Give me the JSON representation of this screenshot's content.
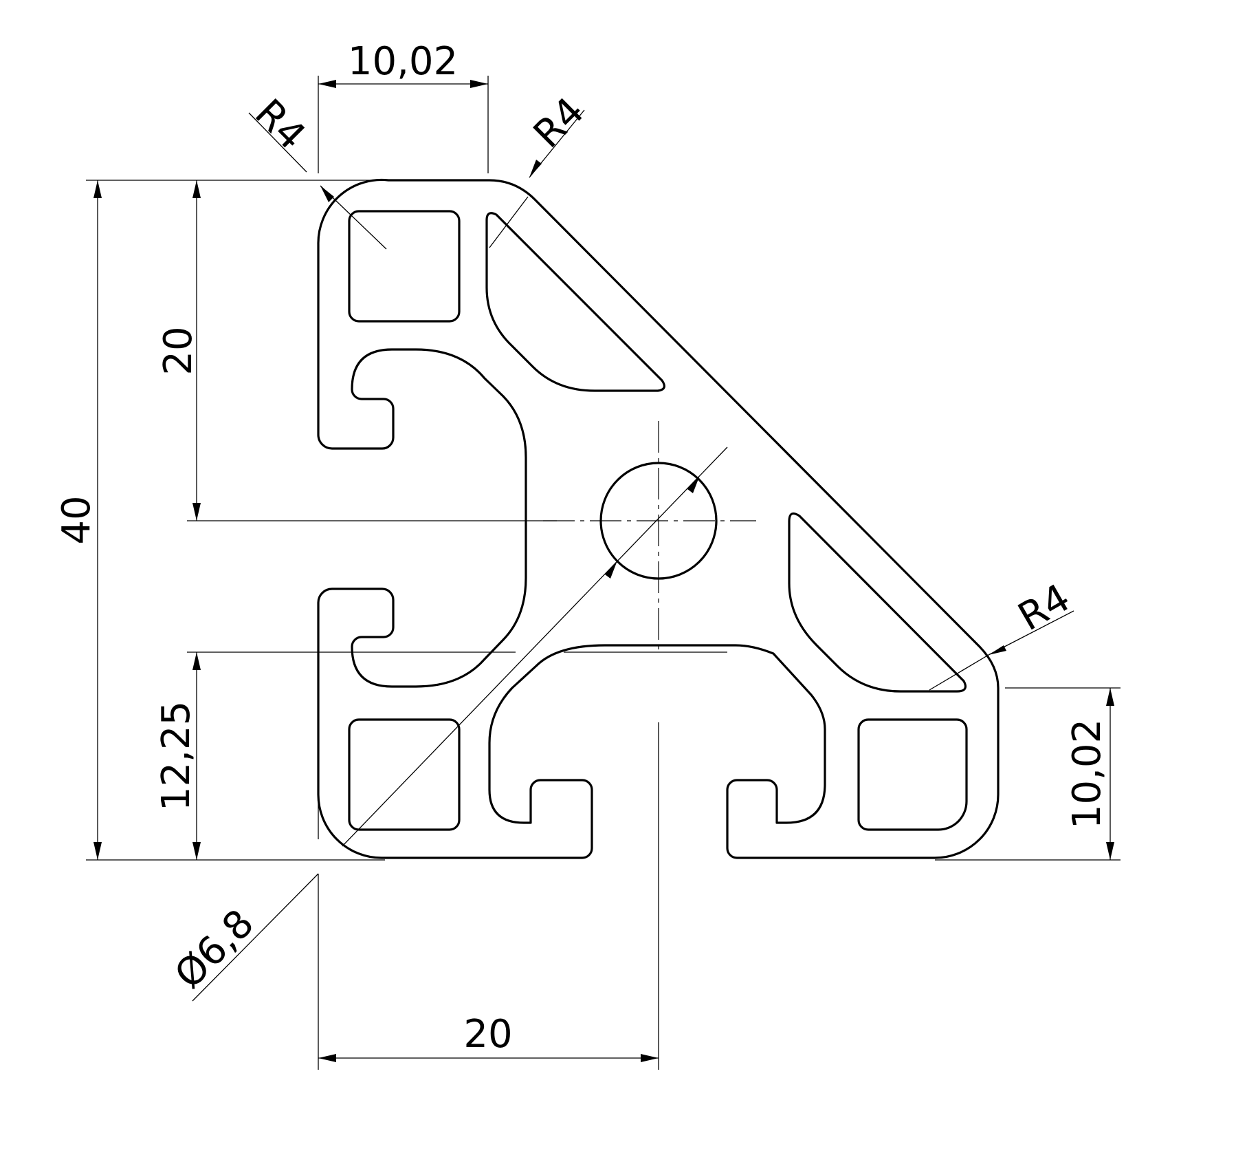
{
  "dimensions": {
    "top_width": "10,02",
    "radius_top_left": "R4",
    "radius_top_right": "R4",
    "radius_right": "R4",
    "half_height": "20",
    "total_height": "40",
    "slot_height": "12,25",
    "right_height": "10,02",
    "hole_diameter": "Ø6,8",
    "half_width": "20"
  }
}
